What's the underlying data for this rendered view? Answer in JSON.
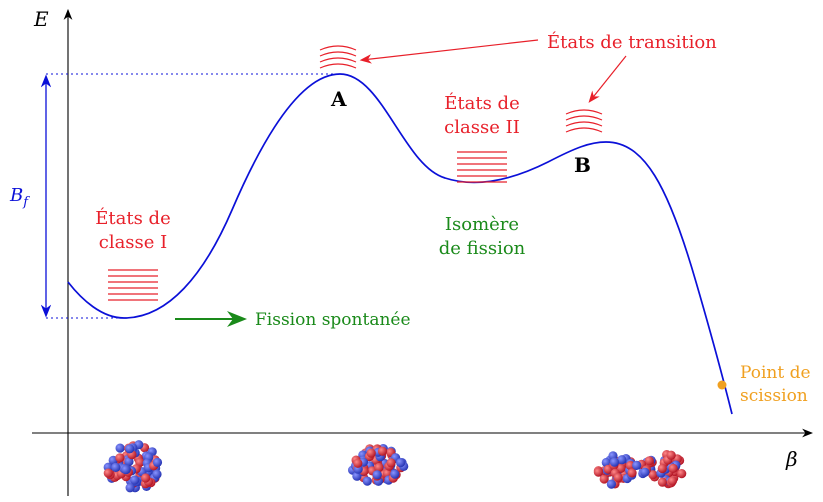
{
  "axes": {
    "e_label": "E",
    "beta_label": "β"
  },
  "barrier": {
    "bf_label": "B",
    "bf_sub": "f"
  },
  "labels": {
    "peak_a": "A",
    "peak_b": "B",
    "transition_states": "États de transition",
    "class1_line1": "États de",
    "class1_line2": "classe I",
    "class2_line1": "États de",
    "class2_line2": "classe II",
    "isomer_line1": "Isomère",
    "isomer_line2": "de fission",
    "spontaneous": "Fission spontanée",
    "scission_line1": "Point de",
    "scission_line2": "scission"
  },
  "colors": {
    "curve": "#0b10d8",
    "red": "#e8202a",
    "green": "#1a8a1a",
    "orange": "#f0a020",
    "axis": "#000000",
    "nucleon_blue": "#3344cc",
    "nucleon_red": "#dd2233"
  }
}
